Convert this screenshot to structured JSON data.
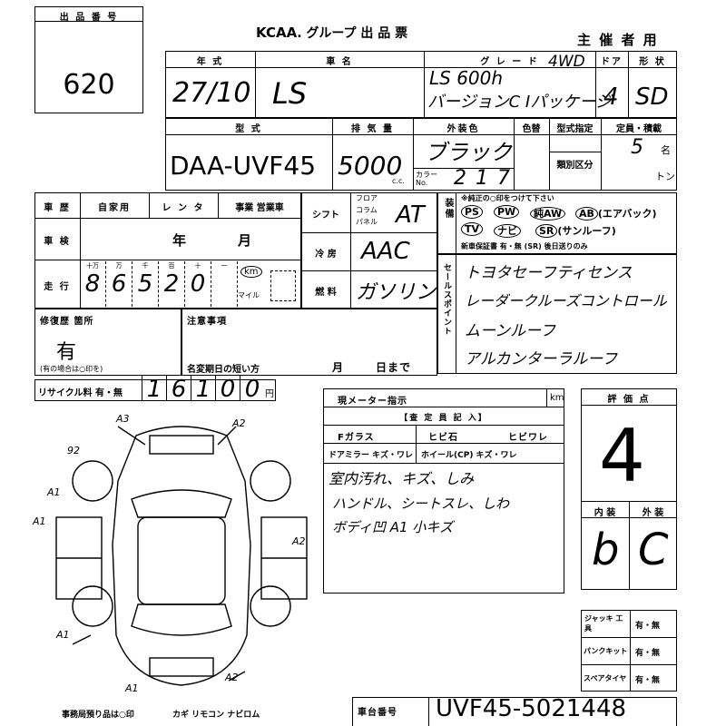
{
  "header": {
    "lot_label": "出 品 番 号",
    "lot_number": "620",
    "org_title": "KCAA . グループ 出 品 票",
    "org_logo": "KCAA",
    "org_rest": ". グループ 出 品 票",
    "sponsor": "主 催 者 用"
  },
  "row1": {
    "year_label": "年 式",
    "maker_label": "車 名",
    "grade_label": "グ レ ー ド",
    "door_label": "ドア",
    "shape_label": "形 状",
    "year": "27/10",
    "maker": "LS",
    "grade_line1": "LS 600h",
    "grade_4wd": "4WD",
    "grade_line2": "バージョンC Iパッケージ",
    "doors": "4",
    "shape": "SD"
  },
  "row2": {
    "model_label": "型 式",
    "cc_label": "排 気 量",
    "color_label": "外装色",
    "interior_label": "色替",
    "designation_label": "型式指定",
    "capacity_label": "定員・積載",
    "category_label": "類別区分",
    "color_no_label": "カラー No.",
    "model": "DAA-UVF45",
    "cc": "5000",
    "cc_unit": "c.c.",
    "color": "ブラック",
    "color_no": "217",
    "capacity": "5",
    "capacity_unit": "名",
    "ton_unit": "トン"
  },
  "history": {
    "label": "車 歴",
    "opt1": "自家用",
    "opt2": "レ ン タ",
    "opt3": "事業 営業車",
    "inspection_label": "車 検",
    "year_unit": "年",
    "month_unit": "月",
    "mileage_label": "走 行",
    "mileage_units": [
      "十万",
      "万",
      "千",
      "百",
      "十",
      "一"
    ],
    "mileage_digits": [
      "8",
      "6",
      "5",
      "2",
      "0"
    ],
    "km": "km",
    "mile": "マイル"
  },
  "shift": {
    "label": "シフト",
    "opts": [
      "フロア",
      "コラム",
      "パネル"
    ],
    "value": "AT"
  },
  "ac": {
    "label": "冷 房",
    "value": "AAC"
  },
  "fuel": {
    "label": "燃 料",
    "value": "ガソリン"
  },
  "equipment": {
    "label": "装備",
    "note": "※純正の○印をつけて下さい",
    "items": [
      "PS",
      "PW",
      "純AW",
      "AB",
      "(エアバック)",
      "TV",
      "ナビ",
      "SR",
      "(サンルーフ)"
    ],
    "warranty": "新車保証書 有・無 (SR) 後日送りのみ"
  },
  "sales_points": {
    "label": "セールスポイント",
    "lines": [
      "トヨタセーフティセンス",
      "レーダークルーズコントロール",
      "ムーンルーフ",
      "アルカンターラルーフ"
    ]
  },
  "repair": {
    "label": "修復歴 箇所",
    "value": "有",
    "note": "(有の場合は○印を)"
  },
  "notes": {
    "label": "注意事項",
    "title_change": "名変期日の短い方",
    "month": "月",
    "day": "日まで"
  },
  "recycle": {
    "label": "リサイクル料 有・無",
    "digits": [
      "1",
      "6",
      "1",
      "0",
      "0"
    ],
    "unit": "円"
  },
  "meter": {
    "label": "現メーター指示",
    "unit": "km",
    "inspector": "【査 定 員 記 入】",
    "glass": "Fガラス",
    "glass_opt": "ヒビ石",
    "glass_opt2": "ヒビワレ",
    "mirror": "ドアミラー キズ・ワレ",
    "wheel": "ホイール(CP) キズ・ワレ",
    "comments": [
      "室内汚れ、キズ、しみ",
      "ハンドル、シートスレ、しわ",
      "ボディ凹 A1 小キズ"
    ]
  },
  "rating": {
    "label": "評 価 点",
    "value": "4",
    "int_label": "内 装",
    "ext_label": "外 装",
    "int": "b",
    "ext": "C"
  },
  "tools": {
    "jack": "ジャッキ 工 具",
    "jack_val": "有・無",
    "puncture": "パンクキット",
    "puncture_val": "有・無",
    "spare": "スペアタイヤ",
    "spare_val": "有・無"
  },
  "diagram_marks": [
    "A3",
    "A2",
    "92",
    "A1",
    "A1",
    "A2",
    "A1",
    "A1",
    "A2"
  ],
  "footer": {
    "office": "事務局預り品は○印",
    "items": "カギ リモコン ナビロム",
    "chassis_label": "車台番号",
    "chassis": "UVF45-5021448"
  }
}
